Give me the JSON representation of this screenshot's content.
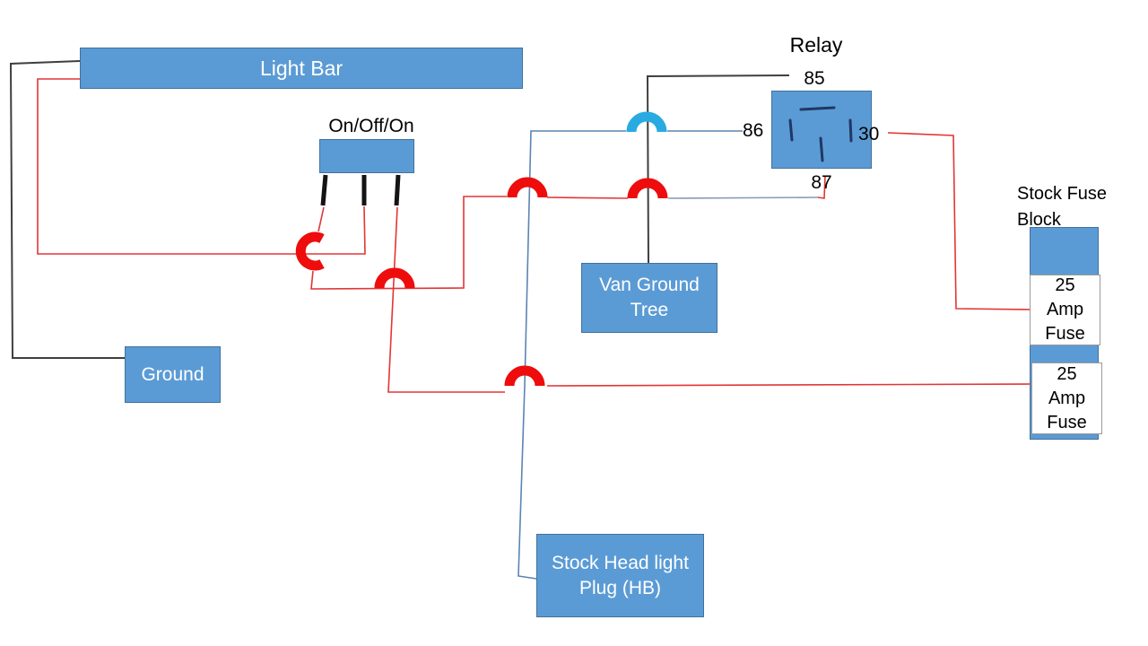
{
  "diagram": {
    "light_bar": {
      "label": "Light Bar"
    },
    "switch": {
      "label": "On/Off/On"
    },
    "relay": {
      "title": "Relay",
      "pin_85": "85",
      "pin_86": "86",
      "pin_30": "30",
      "pin_87": "87"
    },
    "van_ground_tree": {
      "line1": "Van Ground",
      "line2": "Tree"
    },
    "ground": {
      "label": "Ground"
    },
    "stock_fuse_block": {
      "title_line1": "Stock Fuse",
      "title_line2": "Block",
      "fuse1": {
        "line1": "25",
        "line2": "Amp",
        "line3": "Fuse"
      },
      "fuse2": {
        "line1": "25",
        "line2": "Amp",
        "line3": "Fuse"
      }
    },
    "headlight_plug": {
      "line1": "Stock Head light",
      "line2": "Plug (HB)"
    }
  },
  "colors": {
    "box_fill": "#5b9bd5",
    "box_border": "#41719c",
    "wire_red": "#e23535",
    "arc_red": "#ee0c0c",
    "arc_cyan": "#29abe2",
    "wire_blue": "#5b84b1",
    "wire_gray_blue": "#8a9bb0",
    "wire_black": "#3f3f3f",
    "relay_pin_marks": "#1f3864",
    "prong_black": "#141414"
  }
}
